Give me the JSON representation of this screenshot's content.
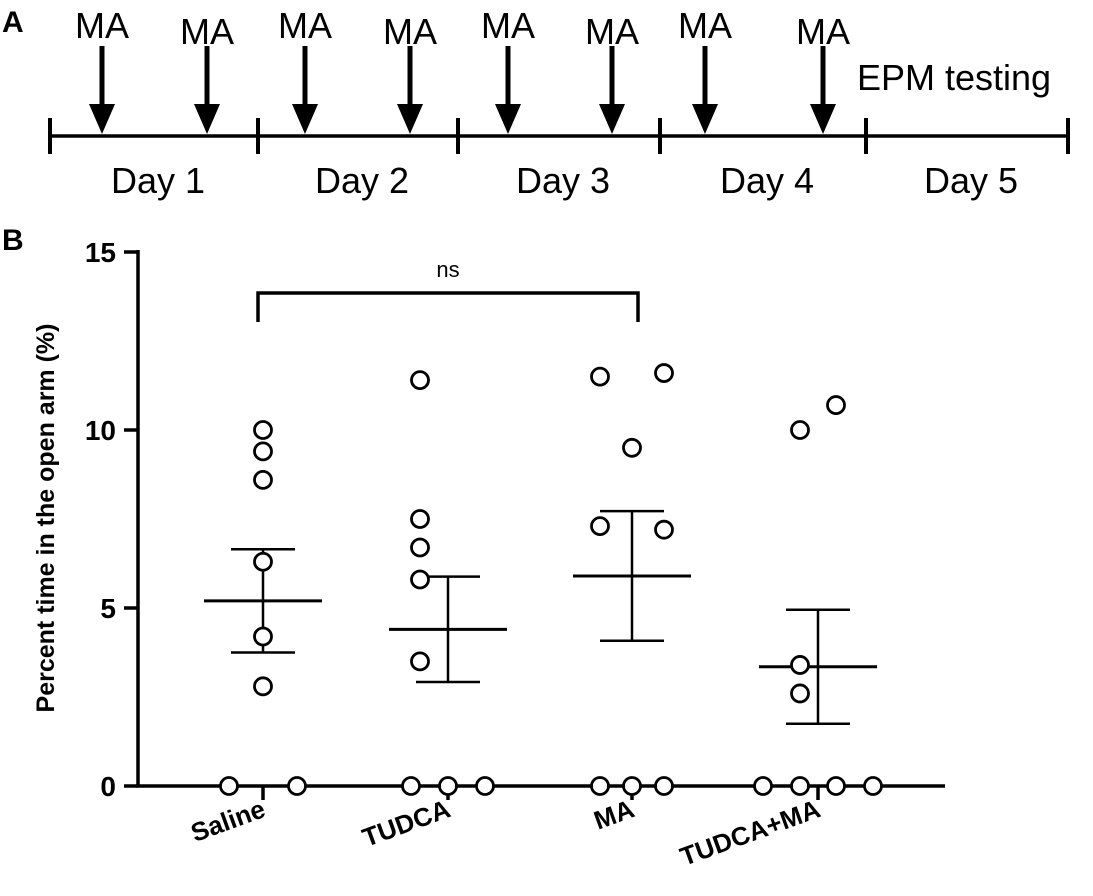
{
  "panel_a": {
    "label": "A",
    "dose_label": "MA",
    "testing_label": "EPM testing",
    "days": [
      "Day 1",
      "Day 2",
      "Day 3",
      "Day 4",
      "Day 5"
    ]
  },
  "panel_b": {
    "label": "B"
  },
  "chart_data": {
    "type": "scatter",
    "ylabel": "Percent time in the open arm (%)",
    "xlabel": "",
    "ylim": [
      0,
      15
    ],
    "yticks": [
      0,
      5,
      10,
      15
    ],
    "ytick_labels": [
      "0",
      "5",
      "10",
      "15"
    ],
    "categories": [
      "Saline",
      "TUDCA",
      "MA",
      "TUDCA+MA"
    ],
    "groups": [
      {
        "category": "Saline",
        "points": [
          10.0,
          9.4,
          8.6,
          6.3,
          4.2,
          2.8,
          0,
          0
        ],
        "mean": 5.2,
        "sem": 1.45
      },
      {
        "category": "TUDCA",
        "points": [
          11.4,
          7.5,
          6.7,
          5.8,
          3.5,
          0,
          0,
          0
        ],
        "mean": 4.4,
        "sem": 1.48
      },
      {
        "category": "MA",
        "points": [
          11.5,
          11.6,
          9.5,
          7.3,
          7.2,
          0,
          0,
          0
        ],
        "mean": 5.9,
        "sem": 1.82
      },
      {
        "category": "TUDCA+MA",
        "points": [
          10.0,
          10.7,
          3.4,
          2.6,
          0,
          0,
          0,
          0
        ],
        "mean": 3.35,
        "sem": 1.6
      }
    ],
    "annotations": [
      {
        "type": "significance",
        "from": "Saline",
        "to": "MA",
        "label": "ns"
      }
    ],
    "grid": false
  }
}
